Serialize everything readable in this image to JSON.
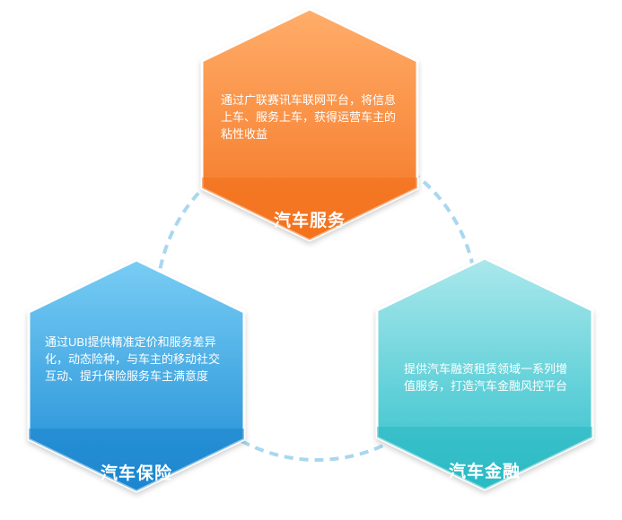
{
  "colors": {
    "orange_light": "#ffa45c",
    "orange_dark": "#f47420",
    "blue_light": "#6ec8f2",
    "blue_dark": "#1f8fd6",
    "teal_light": "#a4e6ea",
    "teal_dark": "#32c3cc",
    "ring": "#a9d7ef"
  },
  "hexagons": {
    "service": {
      "description": "通过广联赛讯车联网平台，将信息上车、服务上车，获得运营车主的粘性收益",
      "title": "汽车服务"
    },
    "insurance": {
      "description": "通过UBI提供精准定价和服务差异化，动态险种，与车主的移动社交互动、提升保险服务车主满意度",
      "title": "汽车保险"
    },
    "finance": {
      "description": "提供汽车融资租赁领域一系列增值服务，打造汽车金融风控平台",
      "title": "汽车金融"
    }
  }
}
